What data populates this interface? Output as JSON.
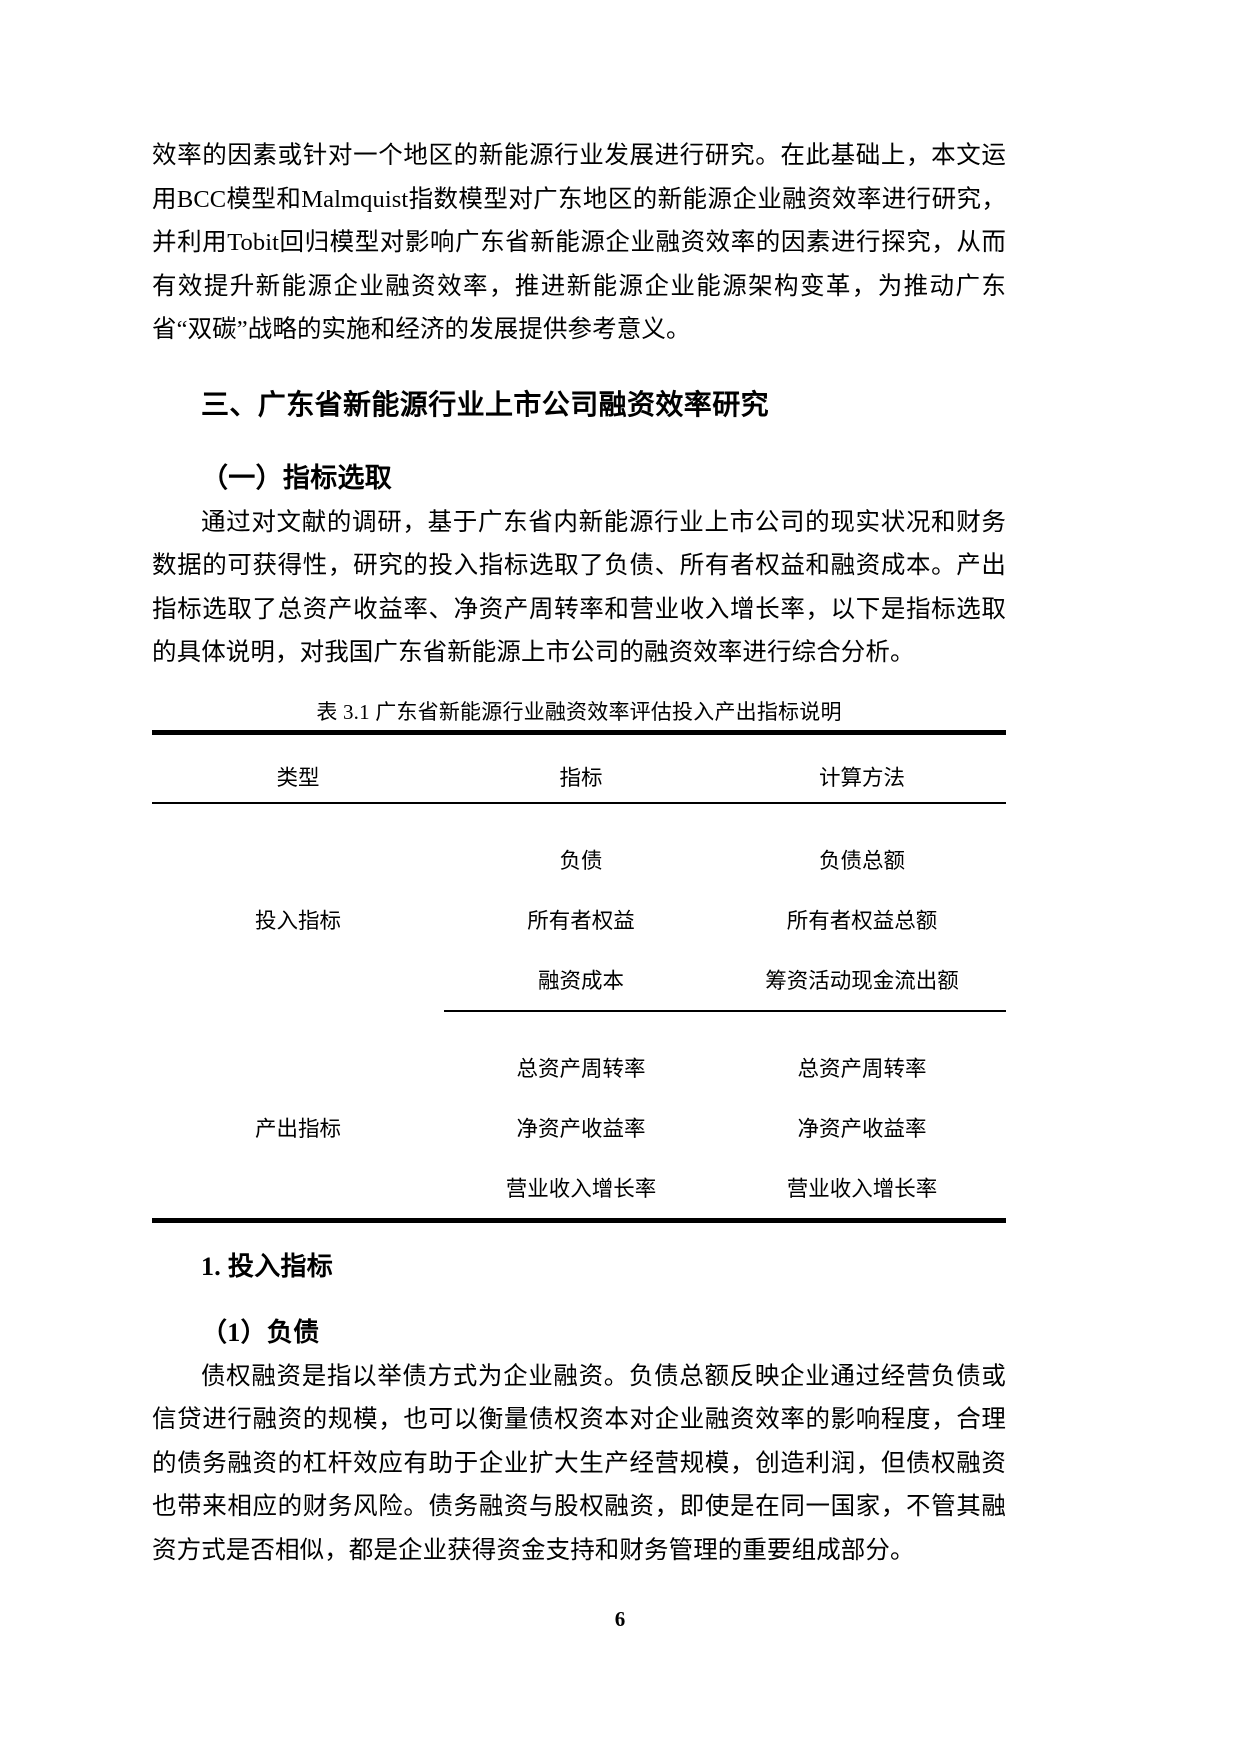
{
  "document": {
    "page_number": "6",
    "paragraphs": {
      "intro": "效率的因素或针对一个地区的新能源行业发展进行研究。在此基础上，本文运用BCC模型和Malmquist指数模型对广东地区的新能源企业融资效率进行研究，并利用Tobit回归模型对影响广东省新能源企业融资效率的因素进行探究，从而有效提升新能源企业融资效率，推进新能源企业能源架构变革，为推动广东省“双碳”战略的实施和经济的发展提供参考意义。",
      "indicator_selection": "通过对文献的调研，基于广东省内新能源行业上市公司的现实状况和财务数据的可获得性，研究的投入指标选取了负债、所有者权益和融资成本。产出指标选取了总资产收益率、净资产周转率和营业收入增长率，以下是指标选取的具体说明，对我国广东省新能源上市公司的融资效率进行综合分析。",
      "debt_financing": "债权融资是指以举债方式为企业融资。负债总额反映企业通过经营负债或信贷进行融资的规模，也可以衡量债权资本对企业融资效率的影响程度，合理的债务融资的杠杆效应有助于企业扩大生产经营规模，创造利润，但债权融资也带来相应的财务风险。债务融资与股权融资，即使是在同一国家，不管其融资方式是否相似，都是企业获得资金支持和财务管理的重要组成部分。"
    },
    "headings": {
      "section": "三、广东省新能源行业上市公司融资效率研究",
      "subsection": "（一）指标选取",
      "minor_1": "1. 投入指标",
      "minor_2": "（1）负债"
    },
    "table": {
      "caption": "表 3.1 广东省新能源行业融资效率评估投入产出指标说明",
      "columns": [
        "类型",
        "指标",
        "计算方法"
      ],
      "rows": [
        {
          "type": "",
          "indicator": "负债",
          "method": "负债总额"
        },
        {
          "type": "投入指标",
          "indicator": "所有者权益",
          "method": "所有者权益总额"
        },
        {
          "type": "",
          "indicator": "融资成本",
          "method": "筹资活动现金流出额"
        },
        {
          "type": "",
          "indicator": "总资产周转率",
          "method": "总资产周转率"
        },
        {
          "type": "产出指标",
          "indicator": "净资产收益率",
          "method": "净资产收益率"
        },
        {
          "type": "",
          "indicator": "营业收入增长率",
          "method": "营业收入增长率"
        }
      ]
    }
  }
}
